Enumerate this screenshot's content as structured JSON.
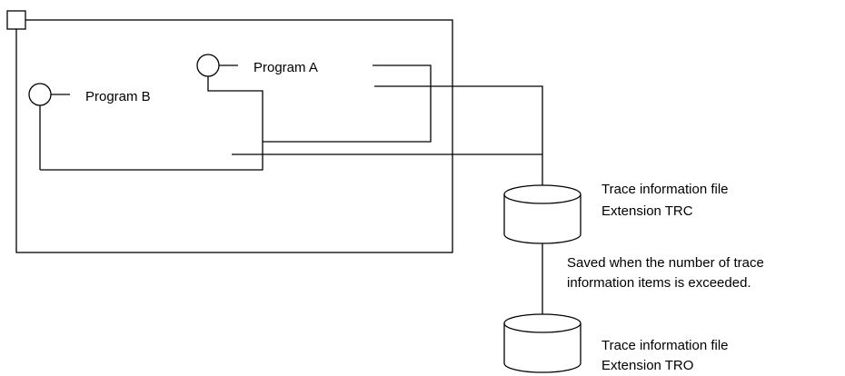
{
  "programs": {
    "a_label": "Program A",
    "b_label": "Program B"
  },
  "files": {
    "trc": {
      "line1": "Trace information file",
      "line2": "Extension TRC"
    },
    "tro": {
      "line1": "Trace information file",
      "line2": "Extension TRO"
    }
  },
  "note": {
    "line1": "Saved when the number of trace",
    "line2": "information items is exceeded."
  }
}
